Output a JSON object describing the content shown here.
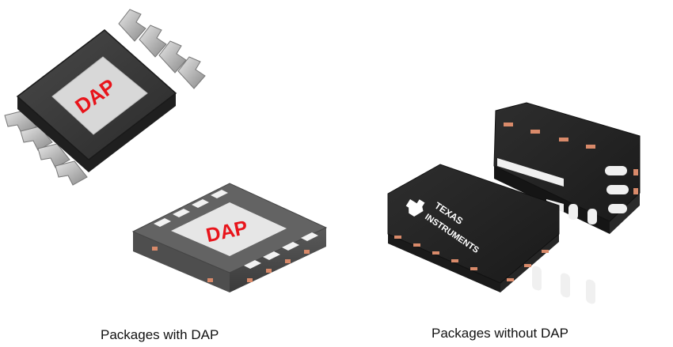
{
  "labels": {
    "dap_msop": "DAP",
    "dap_son": "DAP",
    "ti_logo_line1": "TEXAS",
    "ti_logo_line2": "INSTRUMENTS"
  },
  "captions": {
    "with_dap": "Packages with DAP",
    "without_dap": "Packages without DAP"
  },
  "colors": {
    "dap_label": "#e8141b",
    "pad_copper": "#d98a6a",
    "body_dark": "#2b2b2b",
    "dap_pad": "#d9d9d9",
    "lead_silver": "#bcbcbc"
  }
}
